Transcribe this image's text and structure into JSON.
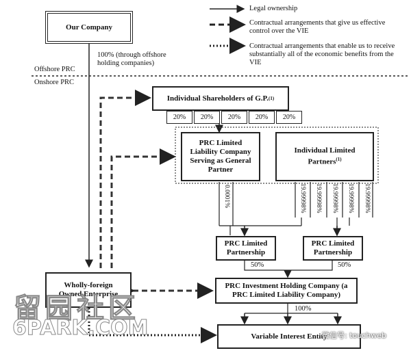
{
  "legend": {
    "legal": "Legal ownership",
    "contract_control": "Contractual arrangements that give us effective control over the VIE",
    "contract_econ": "Contractual arrangements that enable us to receive substantially all of the economic benefits from the VIE"
  },
  "labels": {
    "offshore": "Offshore PRC",
    "onshore": "Onshore PRC",
    "ownership_note": "100% (through offshore holding companies)"
  },
  "boxes": {
    "our_company": "Our Company",
    "individual_shareholders": "Individual Shareholders of G.P.",
    "gp": "PRC Limited Liability Company Serving as General Partner",
    "limited_partners": "Individual Limited Partners",
    "lp1": "PRC Limited Partnership",
    "lp2": "PRC Limited Partnership",
    "investment_holding": "PRC Investment Holding Company (a PRC Limited Liability Company)",
    "wfoe": "Wholly-foreign Owned Enterprise",
    "vie": "Variable Interest Entity"
  },
  "footnote": "(1)",
  "shareholder_pcts": [
    "20%",
    "20%",
    "20%",
    "20%",
    "20%"
  ],
  "gp_pct": "0.0001%",
  "lp_pcts": [
    "19.99998%",
    "19.99998%",
    "19.99998%",
    "19.99998%",
    "19.99998%"
  ],
  "partnership_pcts": [
    "50%",
    "50%"
  ],
  "holding_pct": "100%",
  "watermark": {
    "chinese": "留园社区",
    "site": "6PARK.COM",
    "wechat": "微信号: touchweb"
  }
}
